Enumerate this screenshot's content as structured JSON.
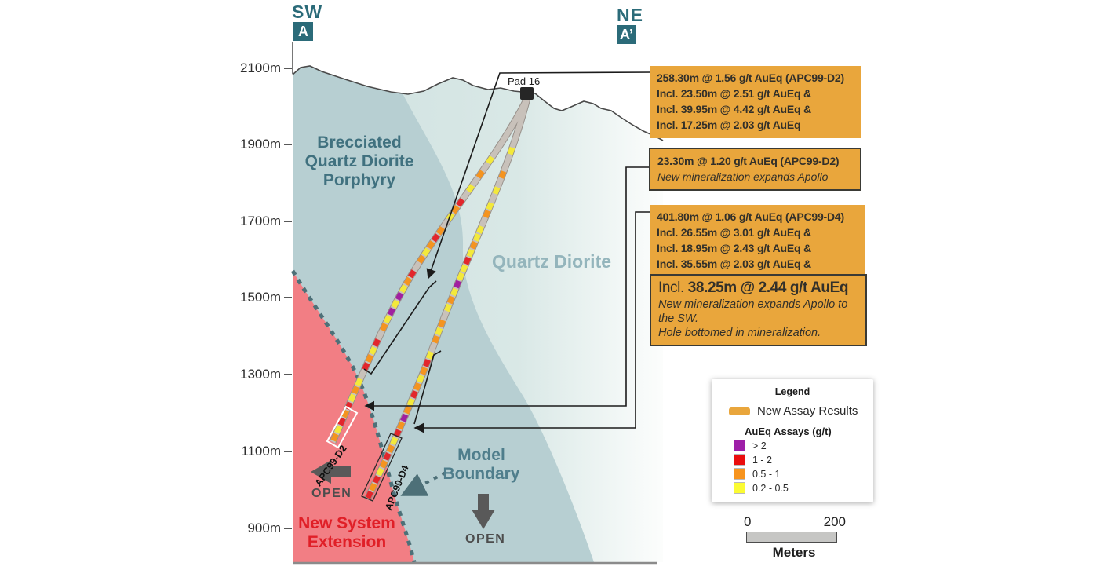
{
  "section": {
    "sw_direction": "SW",
    "sw_marker": "A",
    "ne_direction": "NE",
    "ne_marker": "A’",
    "pad_label": "Pad 16"
  },
  "axis": {
    "elevation_labels": [
      "2100m",
      "1900m",
      "1700m",
      "1500m",
      "1300m",
      "1100m",
      "900m"
    ]
  },
  "geology": {
    "brecciated_line1": "Brecciated",
    "brecciated_line2": "Quartz Diorite",
    "brecciated_line3": "Porphyry",
    "quartz_diorite": "Quartz Diorite",
    "model_boundary_line1": "Model",
    "model_boundary_line2": "Boundary",
    "new_system_line1": "New System",
    "new_system_line2": "Extension",
    "open_left": "OPEN",
    "open_down": "OPEN"
  },
  "holes": {
    "d2_label": "APC99-D2",
    "d4_label": "APC99-D4",
    "trace_base_color": "#c8c1ba",
    "d2_bands": [
      "#c8c1ba",
      "#c8c1ba",
      "#f3e93b",
      "#c8c1ba",
      "#f49420",
      "#c8c1ba",
      "#f3e93b",
      "#c8c1ba",
      "#e2262c",
      "#f49420",
      "#f3e93b",
      "#c8c1ba",
      "#f49420",
      "#e2262c",
      "#f49420",
      "#f3e93b",
      "#f49420",
      "#c8c1ba",
      "#e2262c",
      "#f49420",
      "#f3e93b",
      "#a020a0",
      "#f3e93b",
      "#a020a0",
      "#f3e93b",
      "#f49420",
      "#c8c1ba",
      "#e2262c",
      "#f3e93b",
      "#f49420",
      "#e2262c",
      "#c8c1ba",
      "#f3e93b",
      "#f49420",
      "#f3e93b",
      "#e2262c",
      "#f49420",
      "#e2262c",
      "#f3e93b",
      "#f49420"
    ],
    "d4_bands": [
      "#c8c1ba",
      "#f3e93b",
      "#c8c1ba",
      "#c8c1ba",
      "#f49420",
      "#c8c1ba",
      "#f3e93b",
      "#c8c1ba",
      "#f3e93b",
      "#f49420",
      "#c8c1ba",
      "#f3e93b",
      "#f3e93b",
      "#f49420",
      "#f3e93b",
      "#e2262c",
      "#f3e93b",
      "#f3e93b",
      "#a020a0",
      "#f3e93b",
      "#f49420",
      "#f3e93b",
      "#c8c1ba",
      "#f49420",
      "#f3e93b",
      "#f49420",
      "#c8c1ba",
      "#f3e93b",
      "#e2262c",
      "#f49420",
      "#f3e93b",
      "#f49420",
      "#e2262c",
      "#f3e93b",
      "#f49420",
      "#a020a0",
      "#f49420",
      "#e2262c",
      "#f3e93b",
      "#f49420",
      "#e2262c",
      "#f49420",
      "#f3e93b",
      "#e2262c",
      "#f49420",
      "#e2262c"
    ]
  },
  "callouts": [
    {
      "line1": "258.30m @ 1.56 g/t AuEq (APC99-D2)",
      "line2": "Incl. 23.50m @ 2.51 g/t AuEq &",
      "line3": "Incl. 39.95m @ 4.42 g/t AuEq &",
      "line4": "Incl. 17.25m @ 2.03 g/t AuEq"
    },
    {
      "line1": "23.30m @ 1.20 g/t AuEq (APC99-D2)",
      "line2": "New mineralization expands Apollo"
    },
    {
      "line1": "401.80m @ 1.06 g/t AuEq (APC99-D4)",
      "line2": "Incl. 26.55m @ 3.01 g/t AuEq &",
      "line3": "Incl. 18.95m @ 2.43 g/t AuEq &",
      "line4": "Incl. 35.55m @ 2.03 g/t AuEq &"
    },
    {
      "headline_prefix": "Incl. ",
      "headline": "38.25m @ 2.44 g/t AuEq",
      "note1": "New mineralization expands Apollo to the SW.",
      "note2": "Hole bottomed in mineralization."
    }
  ],
  "legend": {
    "title": "Legend",
    "assay_swatch_label": "New Assay Results",
    "subtitle": "AuEq Assays (g/t)",
    "entries": [
      {
        "label": "> 2",
        "color": "#9e1fa8"
      },
      {
        "label": "1 - 2",
        "color": "#ea0d0d"
      },
      {
        "label": "0.5 - 1",
        "color": "#f7941e"
      },
      {
        "label": "0.2 - 0.5",
        "color": "#fbfb33"
      }
    ]
  },
  "scalebar": {
    "start": "0",
    "end": "200",
    "unit": "Meters"
  },
  "colors": {
    "callout_background": "#e9a63c",
    "marker_teal": "#2b6b79",
    "dark_unit": "#b7cfd2",
    "light_unit": "#d3e4e3",
    "extension_pink": "#f27e84",
    "extension_text_red": "#e01f27",
    "boundary_dots": "#4d7078"
  }
}
